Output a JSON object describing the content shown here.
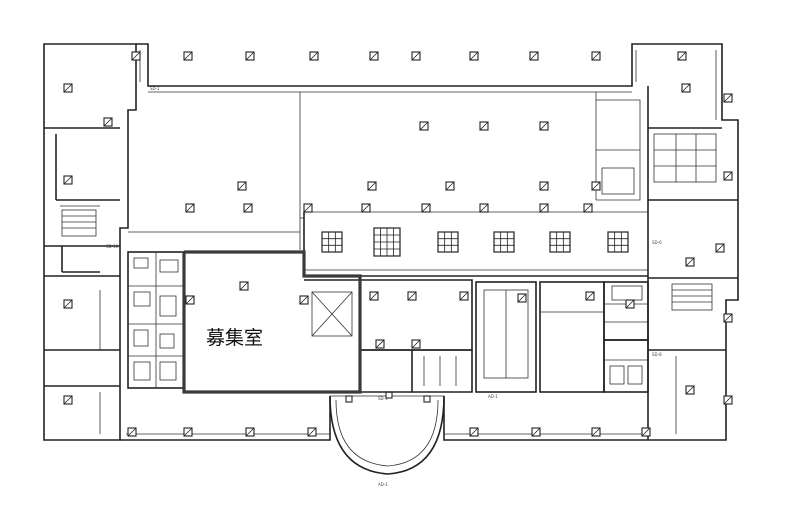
{
  "highlighted_room": {
    "label": "募集室"
  },
  "small_labels": {
    "north_top": "SD-1",
    "center_south": "SD-1",
    "entry_bottom": "AD-1",
    "left_mid": "SD-10",
    "right_mid": "SD-6",
    "right_low": "SD-8",
    "center_room": "AD-1"
  }
}
